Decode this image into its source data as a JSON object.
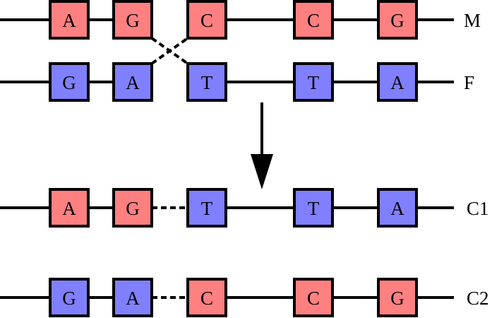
{
  "colors": {
    "maternal": "#ff8080",
    "paternal": "#8080ff",
    "stroke": "#000000"
  },
  "chromosomes": [
    {
      "label": "M",
      "genes": [
        {
          "letter": "A",
          "origin": "maternal"
        },
        {
          "letter": "G",
          "origin": "maternal"
        },
        {
          "letter": "C",
          "origin": "maternal"
        },
        {
          "letter": "C",
          "origin": "maternal"
        },
        {
          "letter": "G",
          "origin": "maternal"
        }
      ]
    },
    {
      "label": "F",
      "genes": [
        {
          "letter": "G",
          "origin": "paternal"
        },
        {
          "letter": "A",
          "origin": "paternal"
        },
        {
          "letter": "T",
          "origin": "paternal"
        },
        {
          "letter": "T",
          "origin": "paternal"
        },
        {
          "letter": "A",
          "origin": "paternal"
        }
      ]
    },
    {
      "label": "C1",
      "genes": [
        {
          "letter": "A",
          "origin": "maternal"
        },
        {
          "letter": "G",
          "origin": "maternal"
        },
        {
          "letter": "T",
          "origin": "paternal"
        },
        {
          "letter": "T",
          "origin": "paternal"
        },
        {
          "letter": "A",
          "origin": "paternal"
        }
      ]
    },
    {
      "label": "C2",
      "genes": [
        {
          "letter": "G",
          "origin": "paternal"
        },
        {
          "letter": "A",
          "origin": "paternal"
        },
        {
          "letter": "C",
          "origin": "maternal"
        },
        {
          "letter": "C",
          "origin": "maternal"
        },
        {
          "letter": "G",
          "origin": "maternal"
        }
      ]
    }
  ]
}
